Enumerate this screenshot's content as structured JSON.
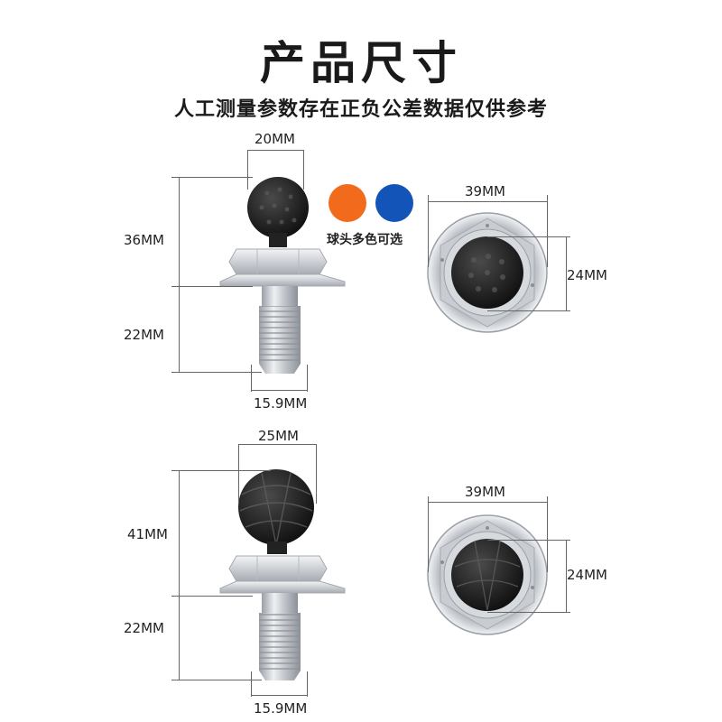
{
  "header": {
    "title": "产品尺寸",
    "subtitle": "人工测量参数存在正负公差数据仅供参考"
  },
  "product_top": {
    "ball_width": "20MM",
    "upper_height": "36MM",
    "thread_length": "22MM",
    "thread_diameter": "15.9MM",
    "flange_width": "39MM",
    "top_inner": "24MM"
  },
  "color_options": {
    "swatches": [
      "#f26b1d",
      "#1354b8"
    ],
    "label": "球头多色可选"
  },
  "product_bottom": {
    "ball_width": "25MM",
    "upper_height": "41MM",
    "thread_length": "22MM",
    "thread_diameter": "15.9MM",
    "flange_width": "39MM",
    "top_inner": "24MM"
  }
}
